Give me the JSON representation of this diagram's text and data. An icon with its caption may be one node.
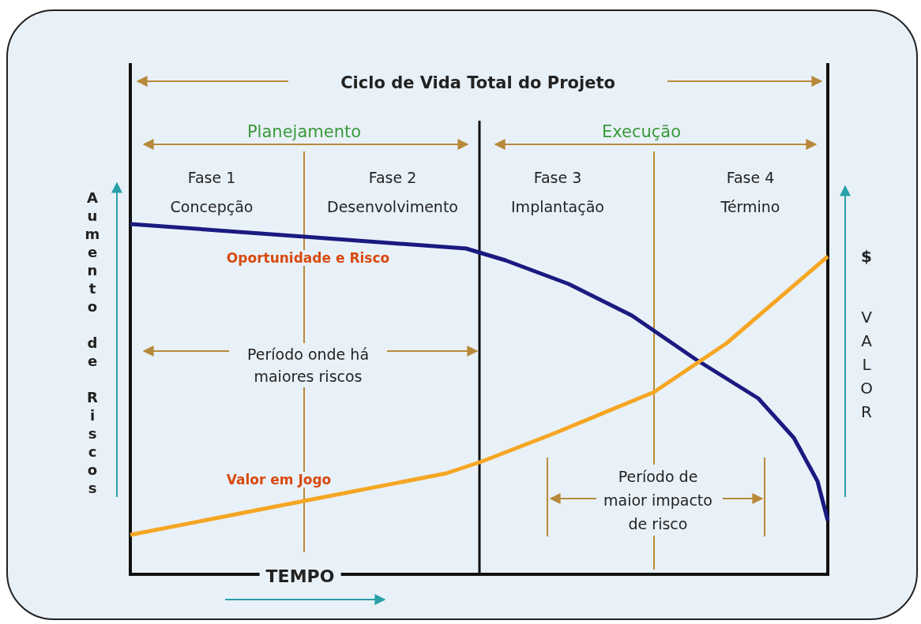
{
  "diagram": {
    "title": "Ciclo de Vida Total do Projeto",
    "labels": [
      "Planejamento",
      "Execução",
      "Fase 1 Concepção",
      "Fase 2 Desenvolvimento",
      "Fase 3 Implantação",
      "Fase 4 Término",
      "Oportunidade e Risco",
      "Período onde há maiores riscos",
      "Valor em Jogo",
      "Período de maior impacto de risco",
      "Aumento de Riscos",
      "$",
      "VALOR",
      "TEMPO"
    ]
  }
}
